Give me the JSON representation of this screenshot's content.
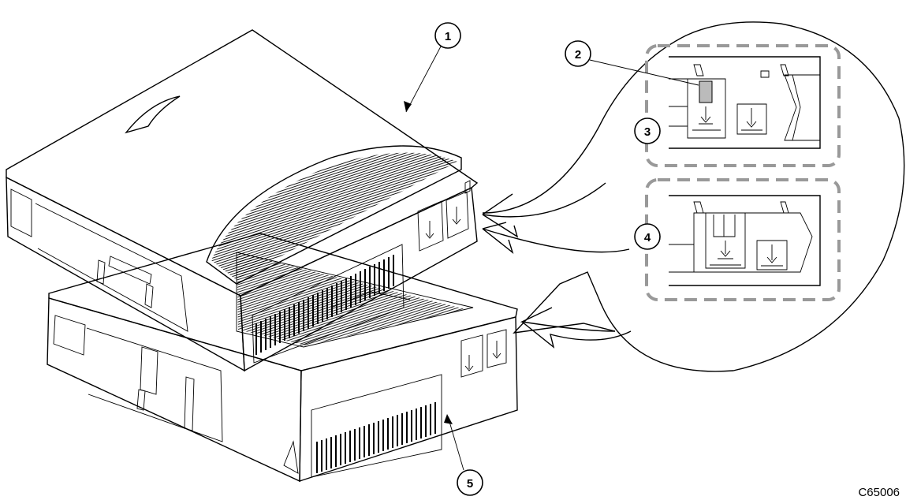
{
  "figure": {
    "id": "C65006",
    "callouts": [
      {
        "label": "1"
      },
      {
        "label": "2"
      },
      {
        "label": "3"
      },
      {
        "label": "4"
      },
      {
        "label": "5"
      }
    ]
  }
}
